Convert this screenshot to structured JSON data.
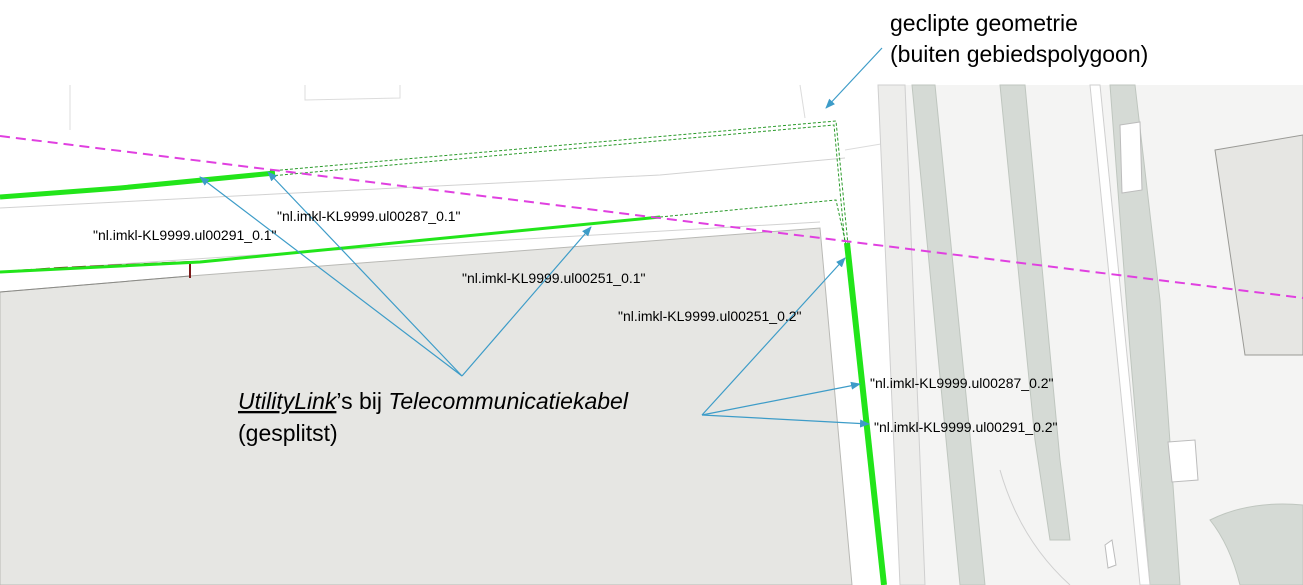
{
  "annotation_clipped": {
    "line1": "geclipte geometrie",
    "line2": "(buiten gebiedspolygoon)"
  },
  "caption": {
    "part1": "UtilityLink",
    "part2": "’s bij ",
    "part3": "Telecommunicatiekabel",
    "line2": "(gesplitst)"
  },
  "link_labels": {
    "ul00287_1": "\"nl.imkl-KL9999.ul00287_0.1\"",
    "ul00291_1": "\"nl.imkl-KL9999.ul00291_0.1\"",
    "ul00251_1": "\"nl.imkl-KL9999.ul00251_0.1\"",
    "ul00251_2": "\"nl.imkl-KL9999.ul00251_0.2\"",
    "ul00287_2": "\"nl.imkl-KL9999.ul00287_0.2\"",
    "ul00291_2": "\"nl.imkl-KL9999.ul00291_0.2\""
  },
  "colors": {
    "utility_link": "#22e51a",
    "clipped_geometry": "#2a9a2a",
    "area_polygon": "#e040e0",
    "callout_arrow": "#3d9cc8",
    "building": "#e6e6e3",
    "road_strip": "#d5dad5"
  }
}
